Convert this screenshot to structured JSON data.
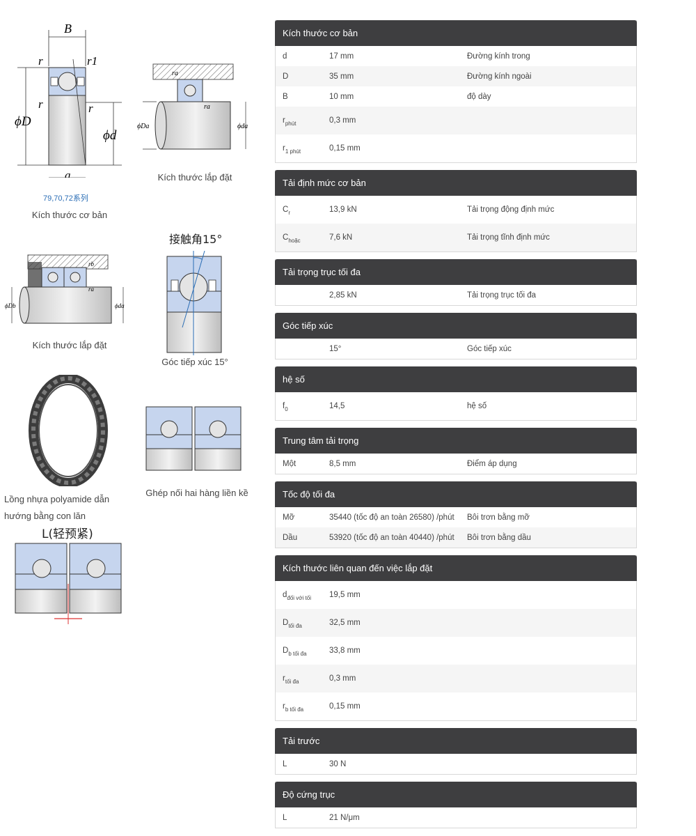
{
  "figures": {
    "basic_dims": {
      "labels": {
        "B": "B",
        "r": "r",
        "r1": "r1",
        "D": "ϕD",
        "d": "ϕd",
        "a": "a"
      },
      "series": "79,70,72系列",
      "caption": "Kích thước cơ bản"
    },
    "install_dims": {
      "labels": {
        "ra": "ra",
        "Da": "ϕDa",
        "da": "ϕda"
      },
      "caption": "Kích thước lắp đặt"
    },
    "install_dims_pair": {
      "labels": {
        "rb": "rb",
        "ra": "ra",
        "Db": "ϕDb",
        "da": "ϕda"
      },
      "caption": "Kích thước lắp đặt"
    },
    "contact_angle": {
      "title": "接触角15°",
      "caption": "Góc tiếp xúc 15°"
    },
    "cage": {
      "caption": "Lồng nhựa polyamide dẫn hướng bằng con lăn"
    },
    "tandem": {
      "caption": "Ghép nối hai hàng liền kề"
    },
    "preload": {
      "title": "L(轻预紧)"
    }
  },
  "sections": [
    {
      "title": "Kích thước cơ bản",
      "rows": [
        {
          "sym": "d",
          "sub": "",
          "val": "17 mm",
          "desc": "Đường kính trong",
          "h": "r29"
        },
        {
          "sym": "D",
          "sub": "",
          "val": "35 mm",
          "desc": "Đường kính ngoài",
          "h": "r29"
        },
        {
          "sym": "B",
          "sub": "",
          "val": "10 mm",
          "desc": "độ dày",
          "h": "r29"
        },
        {
          "sym": "r",
          "sub": "phút",
          "val": "0,3 mm",
          "desc": "",
          "h": "r40"
        },
        {
          "sym": "r",
          "sub": "1 phút",
          "val": "0,15 mm",
          "desc": "",
          "h": "r40"
        }
      ]
    },
    {
      "title": "Tải định mức cơ bản",
      "rows": [
        {
          "sym": "C",
          "sub": "r",
          "val": "13,9 kN",
          "desc": "Tải trọng động định mức",
          "h": "r40"
        },
        {
          "sym": "C",
          "sub": "hoặc",
          "val": "7,6 kN",
          "desc": "Tải trọng tĩnh định mức",
          "h": "r40"
        }
      ]
    },
    {
      "title": "Tải trọng trục tối đa",
      "rows": [
        {
          "sym": "",
          "sub": "",
          "val": "2,85 kN",
          "desc": "Tải trọng trục tối đa",
          "h": "r29"
        }
      ]
    },
    {
      "title": "Góc tiếp xúc",
      "rows": [
        {
          "sym": "",
          "sub": "",
          "val": "15°",
          "desc": "Góc tiếp xúc",
          "h": "r29"
        }
      ]
    },
    {
      "title": "hệ số",
      "rows": [
        {
          "sym": "f",
          "sub": "0",
          "val": "14,5",
          "desc": "hệ số",
          "h": "r40"
        }
      ]
    },
    {
      "title": "Trung tâm tải trọng",
      "rows": [
        {
          "sym": "Một",
          "sub": "",
          "val": "8,5 mm",
          "desc": "Điểm áp dụng",
          "h": "r29"
        }
      ]
    },
    {
      "title": "Tốc độ tối đa",
      "rows": [
        {
          "sym": "Mỡ",
          "sub": "",
          "val": "35440 (tốc độ an toàn 26580) /phút",
          "desc": "Bôi trơn bằng mỡ",
          "h": "r29"
        },
        {
          "sym": "Dầu",
          "sub": "",
          "val": "53920 (tốc độ an toàn 40440) /phút",
          "desc": "Bôi trơn bằng dầu",
          "h": "r29"
        }
      ]
    },
    {
      "title": "Kích thước liên quan đến việc lắp đặt",
      "rows": [
        {
          "sym": "d",
          "sub": "đối với tối",
          "val": "19,5 mm",
          "desc": "",
          "h": "r40"
        },
        {
          "sym": "D",
          "sub": "tối đa",
          "val": "32,5 mm",
          "desc": "",
          "h": "r40"
        },
        {
          "sym": "D",
          "sub": "b tối đa",
          "val": "33,8 mm",
          "desc": "",
          "h": "r40"
        },
        {
          "sym": "r",
          "sub": "tối đa",
          "val": "0,3 mm",
          "desc": "",
          "h": "r40"
        },
        {
          "sym": "r",
          "sub": "b tối đa",
          "val": "0,15 mm",
          "desc": "",
          "h": "r40"
        }
      ]
    },
    {
      "title": "Tải trước",
      "rows": [
        {
          "sym": "L",
          "sub": "",
          "val": "30 N",
          "desc": "",
          "h": "r29"
        }
      ]
    },
    {
      "title": "Độ cứng trục",
      "rows": [
        {
          "sym": "L",
          "sub": "",
          "val": "21 N/μm",
          "desc": "",
          "h": "r29"
        }
      ]
    }
  ]
}
